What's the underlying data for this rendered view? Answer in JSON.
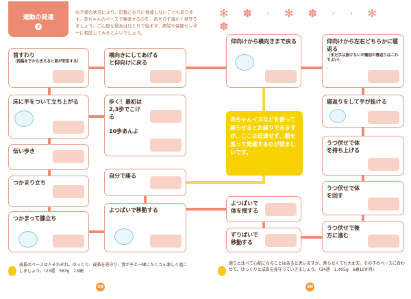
{
  "header": {
    "title": "運動の発達",
    "number": "2",
    "intro": "お子様の状況により、記載どおりに発達しないこともあります。赤ちゃんのペースで発達するのを、あせらず温かく見守りましょう。ご心配な場合はひとりで悩まず、病院や保健センターに相談してみるとよいでしょう。"
  },
  "left": {
    "neck": {
      "label": "首すわり",
      "sub": "（両脇を下から支えると首が安定する）"
    },
    "roll_back": {
      "label": "横向きにしてあげると仰向けに戻る"
    },
    "stand_floor": {
      "label": "床に手をついて立ち上がる"
    },
    "walk": {
      "label": "歩く！最初は2,3歩でこける",
      "label2": "10歩あんよ"
    },
    "cruise": {
      "label": "伝い歩き"
    },
    "pull_stand": {
      "label": "つかまり立ち"
    },
    "sit": {
      "label": "自分で座る"
    },
    "kneel": {
      "label": "つかまって膝立ち"
    },
    "crawl": {
      "label": "よつばいで移動する"
    },
    "note": "成長のペースは人それぞれ。ゆっくり、成長を見守り、我が子と一緒にたくさん楽しく過ごしましょう。（23週　563g　13歳）",
    "page": "39"
  },
  "right": {
    "back_side": {
      "label": "仰向けから横向きまで戻る"
    },
    "roll_over": {
      "label": "仰向けから左右どちらかに寝返る",
      "sub": "（まだ手は抜けないが最初の寝返りはこれでよい）"
    },
    "hand_out": {
      "label": "寝返りをして手が抜ける"
    },
    "yellow": "赤ちゃんイスなどを使って座らせるとお座りできますが、ここは近道せず、順を追って発達するのが望ましいです。",
    "lift": {
      "label": "うつ伏せで体を持ち上げる"
    },
    "rock": {
      "label": "よつばいで体を揺する"
    },
    "turn": {
      "label": "うつ伏せで体を回す"
    },
    "scoot": {
      "label": "ずりばいで移動する"
    },
    "back": {
      "label": "うつ伏せで後方に進む"
    },
    "note": "周りと比べて心配になることはあると思いますが、焦らなくても大丈夫。その子のペースに合わせて、ゆっくりと成長を見守っていきましょう。（34週　1,405g　6歳10か月）",
    "page": "40"
  },
  "colors": {
    "accent": "#ec8a72",
    "yellow": "#f7d200",
    "stamp": "#f8d2c6"
  }
}
